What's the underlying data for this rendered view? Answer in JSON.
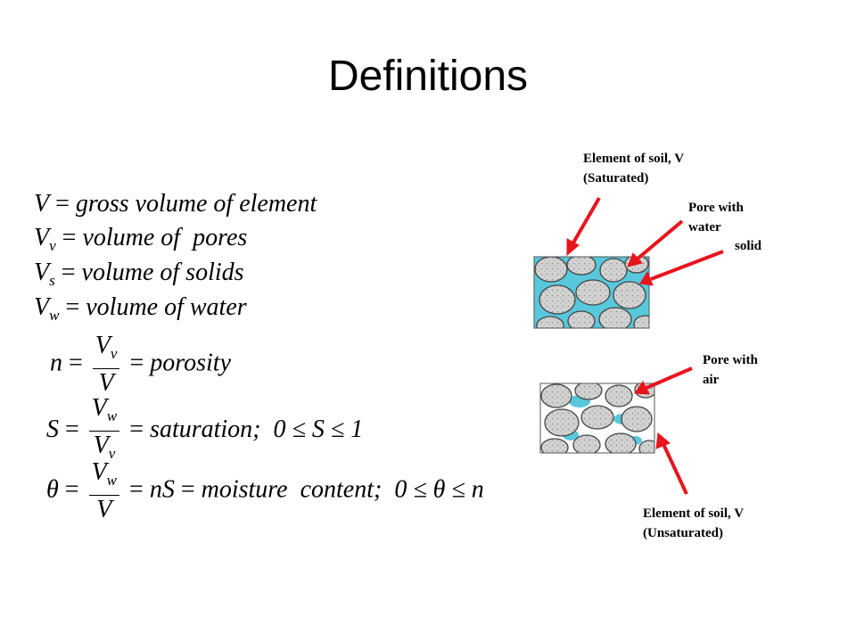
{
  "title": "Definitions",
  "equations": {
    "e1": {
      "lhs": "V",
      "rhs": "gross volume of element"
    },
    "e2": {
      "lhs": "V",
      "sub": "v",
      "rhs": "volume of  pores"
    },
    "e3": {
      "lhs": "V",
      "sub": "s",
      "rhs": "volume of solids"
    },
    "e4": {
      "lhs": "V",
      "sub": "w",
      "rhs": "volume of water"
    },
    "e5": {
      "lhs": "n",
      "num": "V",
      "num_sub": "v",
      "den": "V",
      "rhs": "porosity"
    },
    "e6": {
      "lhs": "S",
      "num": "V",
      "num_sub": "w",
      "den": "V",
      "den_sub": "v",
      "rhs": "saturation;",
      "cond": "0 ≤ S ≤ 1"
    },
    "e7": {
      "lhs": "θ",
      "num": "V",
      "num_sub": "w",
      "den": "V",
      "mid": "nS",
      "rhs": "moisture  content;",
      "cond": "0 ≤ θ ≤ n"
    }
  },
  "labels": {
    "saturated_line1": "Element of soil, V",
    "saturated_line2": "(Saturated)",
    "pore_water_line1": "Pore with",
    "pore_water_line2": "water",
    "solid": "solid",
    "pore_air_line1": "Pore with",
    "pore_air_line2": "air",
    "unsaturated_line1": "Element of soil, V",
    "unsaturated_line2": "(Unsaturated)"
  },
  "colors": {
    "arrow": "#e8141c",
    "water": "#58c8dc",
    "grain": "#cfcfcf",
    "air": "#ffffff"
  }
}
